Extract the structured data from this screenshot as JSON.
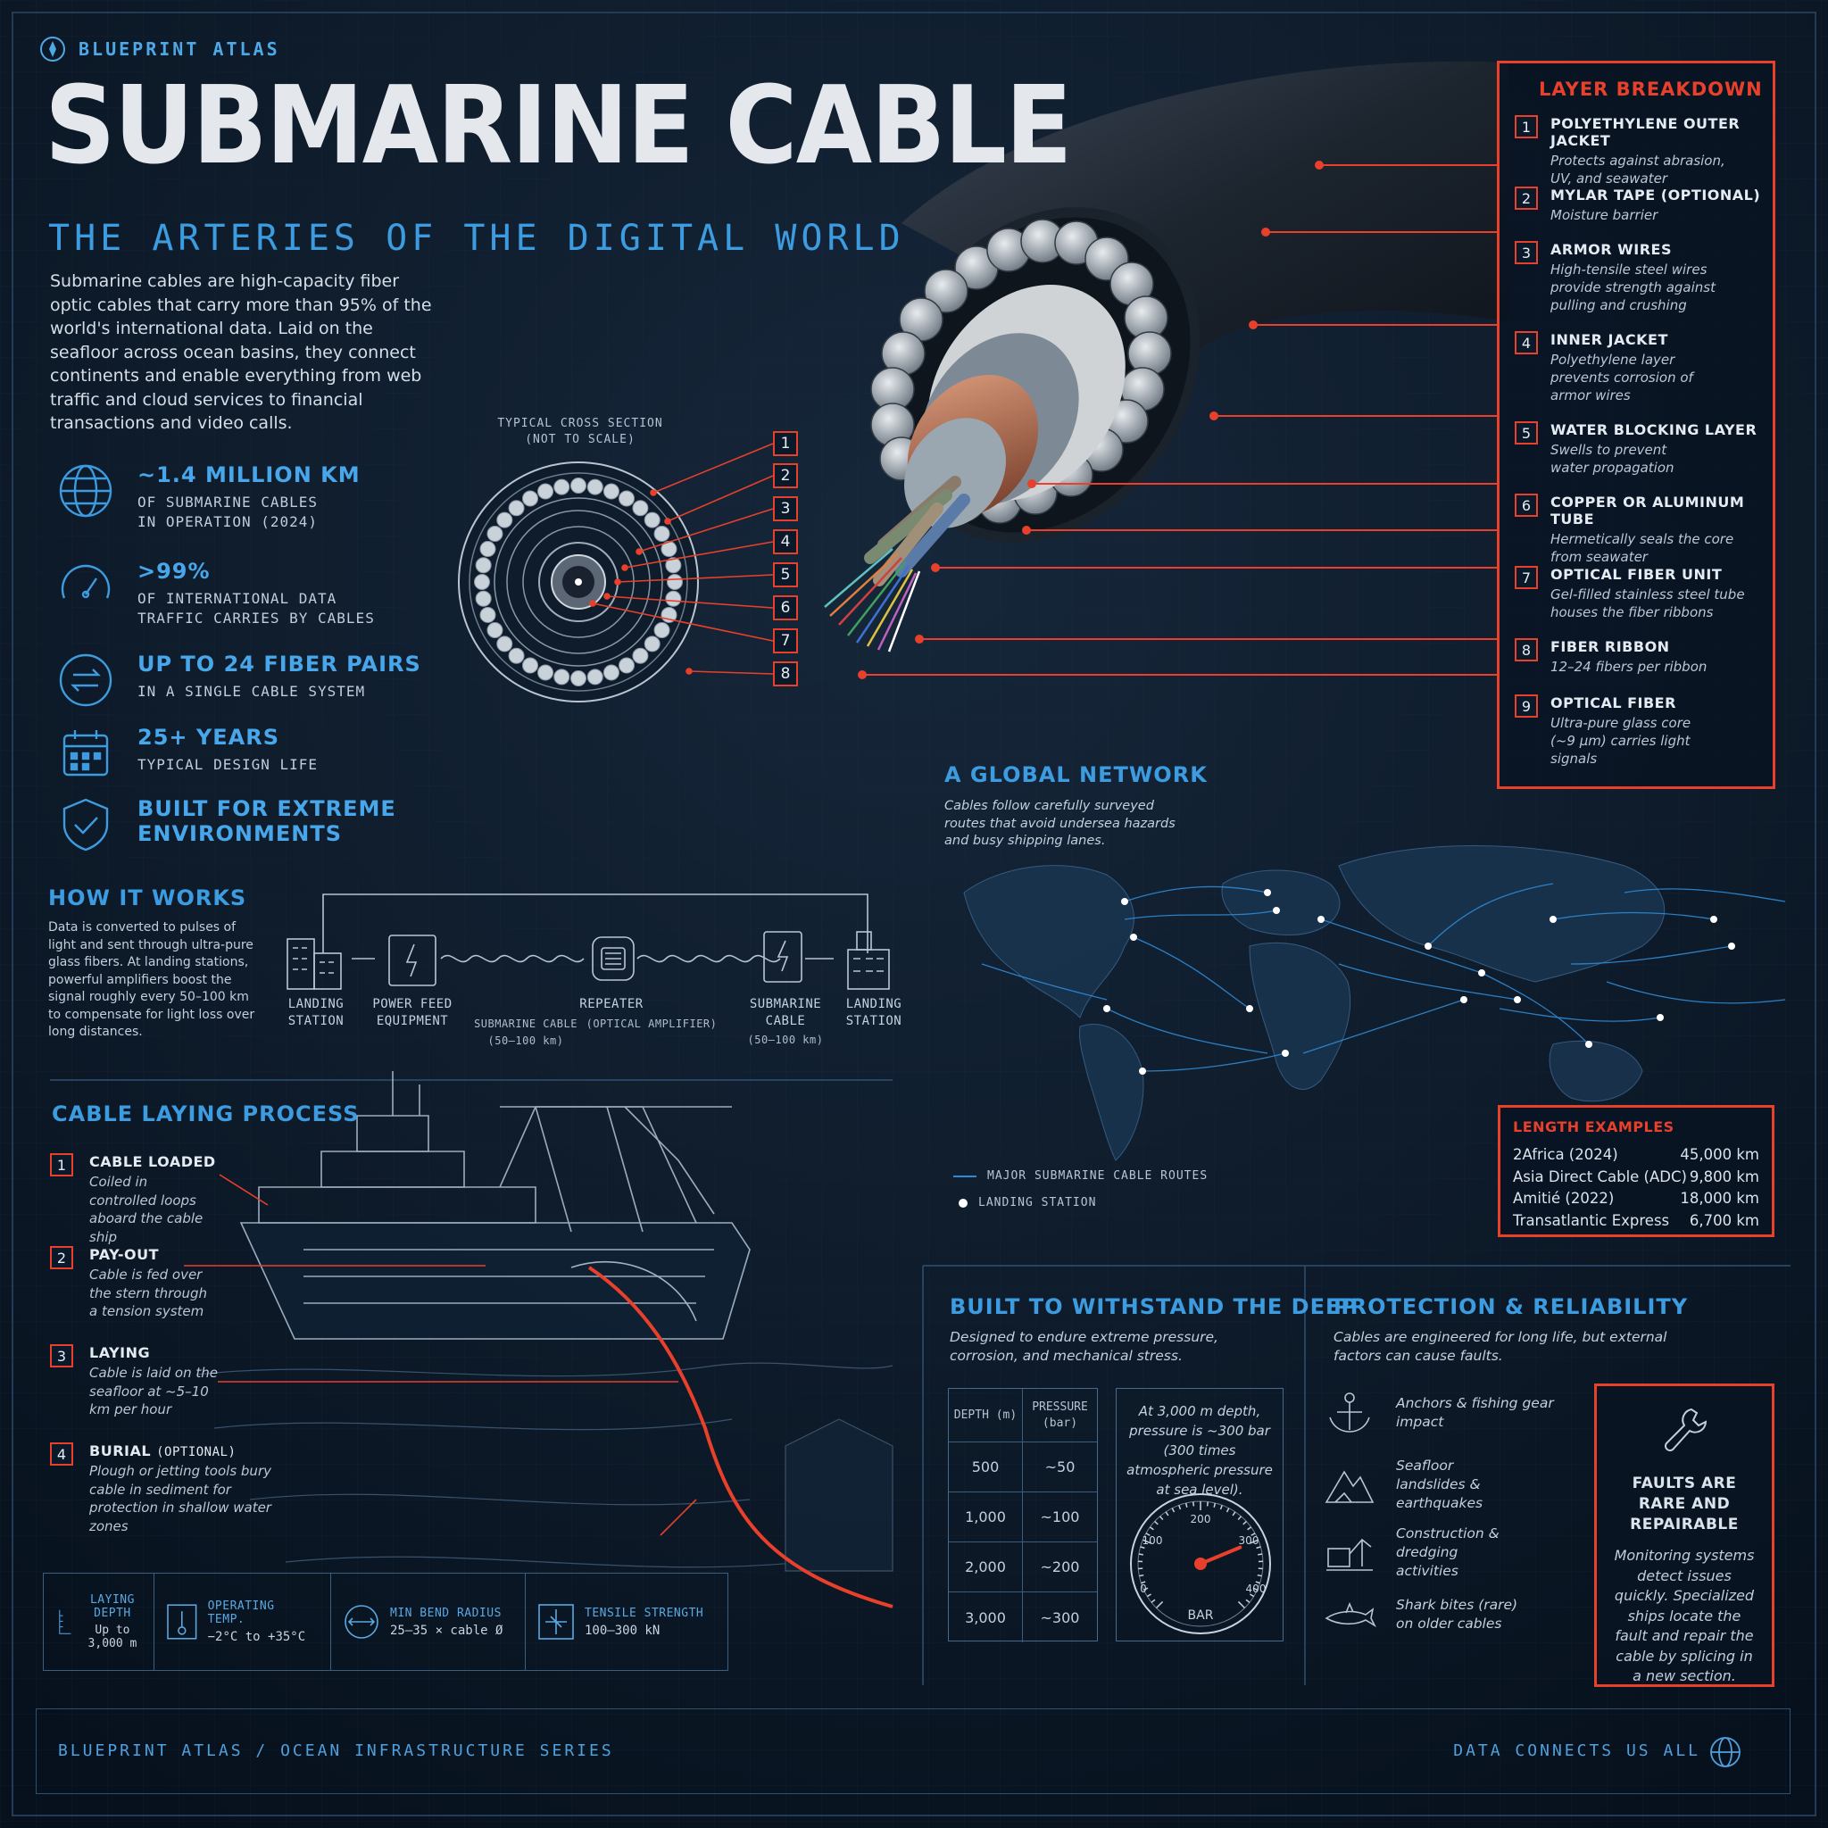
{
  "header": {
    "brand": "BLUEPRINT ATLAS",
    "title": "SUBMARINE CABLE",
    "subtitle": "THE ARTERIES OF THE DIGITAL WORLD",
    "intro": "Submarine cables are high-capacity fiber optic cables that carry more than 95% of the world's international data. Laid on the seafloor across ocean basins, they connect continents and enable everything from web traffic and cloud services to financial transactions and video calls."
  },
  "stats": [
    {
      "icon": "globe-icon",
      "headline": "~1.4 MILLION KM",
      "line1": "OF SUBMARINE CABLES",
      "line2": "IN OPERATION (2024)"
    },
    {
      "icon": "speedometer-icon",
      "headline": ">99%",
      "line1": "OF INTERNATIONAL DATA",
      "line2": "TRAFFIC CARRIES BY CABLES"
    },
    {
      "icon": "arrows-exchange-icon",
      "headline": "UP TO 24 FIBER PAIRS",
      "line1": "IN A SINGLE CABLE SYSTEM",
      "line2": ""
    },
    {
      "icon": "calendar-icon",
      "headline": "25+ YEARS",
      "line1": "TYPICAL DESIGN LIFE",
      "line2": ""
    },
    {
      "icon": "shield-check-icon",
      "headline": "BUILT FOR EXTREME",
      "line1": "",
      "line2": "ENVIRONMENTS"
    }
  ],
  "cross_section": {
    "title_line1": "TYPICAL CROSS SECTION",
    "title_line2": "(NOT TO SCALE)",
    "numbers": [
      "1",
      "2",
      "3",
      "4",
      "5",
      "6",
      "7",
      "8"
    ]
  },
  "layer_breakdown": {
    "title": "LAYER BREAKDOWN",
    "items": [
      {
        "n": "1",
        "title": "POLYETHYLENE OUTER JACKET",
        "desc": "Protects against abrasion, UV, and seawater"
      },
      {
        "n": "2",
        "title": "MYLAR TAPE (OPTIONAL)",
        "desc": "Moisture barrier"
      },
      {
        "n": "3",
        "title": "ARMOR WIRES",
        "desc": "High-tensile steel wires provide strength against pulling and crushing"
      },
      {
        "n": "4",
        "title": "INNER JACKET",
        "desc": "Polyethylene layer prevents corrosion of armor wires"
      },
      {
        "n": "5",
        "title": "WATER BLOCKING LAYER",
        "desc": "Swells to prevent water propagation"
      },
      {
        "n": "6",
        "title": "COPPER OR ALUMINUM TUBE",
        "desc": "Hermetically seals the core from seawater"
      },
      {
        "n": "7",
        "title": "OPTICAL FIBER UNIT",
        "desc": "Gel-filled stainless steel tube houses the fiber ribbons"
      },
      {
        "n": "8",
        "title": "FIBER RIBBON",
        "desc": "12–24 fibers per ribbon"
      },
      {
        "n": "9",
        "title": "OPTICAL FIBER",
        "desc": "Ultra-pure glass core (~9 μm) carries light signals"
      }
    ]
  },
  "network": {
    "title": "A GLOBAL NETWORK",
    "desc": "Cables follow carefully surveyed routes that avoid undersea hazards and busy shipping lanes.",
    "legend_routes": "MAJOR SUBMARINE CABLE ROUTES",
    "legend_station": "LANDING STATION"
  },
  "length_examples": {
    "title": "LENGTH EXAMPLES",
    "rows": [
      {
        "name": "2Africa (2024)",
        "value": "45,000 km"
      },
      {
        "name": "Asia Direct Cable (ADC)",
        "value": "9,800 km"
      },
      {
        "name": "Amitié (2022)",
        "value": "18,000 km"
      },
      {
        "name": "Transatlantic Express",
        "value": "6,700 km"
      }
    ]
  },
  "how_it_works": {
    "title": "HOW IT WORKS",
    "desc": "Data is converted to pulses of light and sent through ultra-pure glass fibers. At landing stations, powerful amplifiers boost the signal roughly every 50–100 km to compensate for light loss over long distances.",
    "labels": {
      "landing1": "LANDING STATION",
      "power": "POWER FEED EQUIPMENT",
      "sub1": "SUBMARINE CABLE (50–100 km)",
      "repeater": "REPEATER",
      "repeater_sub": "(OPTICAL AMPLIFIER)",
      "sub2": "SUBMARINE CABLE",
      "sub2_len": "(50–100 km)",
      "landing2": "LANDING STATION"
    }
  },
  "laying": {
    "title": "CABLE LAYING PROCESS",
    "steps": [
      {
        "n": "1",
        "title": "CABLE LOADED",
        "opt": "",
        "desc": "Coiled in controlled loops aboard the cable ship"
      },
      {
        "n": "2",
        "title": "PAY-OUT",
        "opt": "",
        "desc": "Cable is fed over the stern through a tension system"
      },
      {
        "n": "3",
        "title": "LAYING",
        "opt": "",
        "desc": "Cable is laid on the seafloor at ~5–10 km per hour"
      },
      {
        "n": "4",
        "title": "BURIAL ",
        "opt": "(OPTIONAL)",
        "desc": "Plough or jetting tools bury cable in sediment for protection in shallow water zones"
      }
    ],
    "specs": [
      {
        "icon": "depth-icon",
        "label": "LAYING DEPTH",
        "value": "Up to 3,000 m"
      },
      {
        "icon": "thermometer-icon",
        "label": "OPERATING TEMP.",
        "value": "−2°C to +35°C"
      },
      {
        "icon": "bend-radius-icon",
        "label": "MIN BEND RADIUS",
        "value": "25–35 × cable Ø"
      },
      {
        "icon": "tensile-icon",
        "label": "TENSILE STRENGTH",
        "value": "100–300 kN"
      }
    ]
  },
  "deep": {
    "title": "BUILT TO WITHSTAND THE DEEP",
    "desc": "Designed to endure extreme pressure, corrosion, and mechanical stress.",
    "col1": "DEPTH (m)",
    "col2": "PRESSURE (bar)",
    "rows": [
      [
        "500",
        "~50"
      ],
      [
        "1,000",
        "~100"
      ],
      [
        "2,000",
        "~200"
      ],
      [
        "3,000",
        "~300"
      ]
    ],
    "note": "At 3,000 m depth, pressure is ~300 bar (300 times atmospheric pressure at sea level).",
    "gauge": {
      "ticks": [
        "0",
        "100",
        "200",
        "300",
        "400"
      ],
      "unit": "BAR",
      "value": 300
    }
  },
  "protection": {
    "title": "PROTECTION & RELIABILITY",
    "desc": "Cables are engineered for long life, but external factors can cause faults.",
    "items": [
      {
        "icon": "anchor-icon",
        "text": "Anchors & fishing gear impact"
      },
      {
        "icon": "landslide-icon",
        "text": "Seafloor landslides & earthquakes"
      },
      {
        "icon": "construction-icon",
        "text": "Construction & dredging activities"
      },
      {
        "icon": "shark-icon",
        "text": "Shark bites (rare) on older cables"
      }
    ],
    "fault_title": "FAULTS ARE RARE AND REPAIRABLE",
    "fault_desc": "Monitoring systems detect issues quickly. Specialized ships locate the fault and repair the cable by splicing in a new section."
  },
  "footer": {
    "left": "BLUEPRINT ATLAS / OCEAN INFRASTRUCTURE SERIES",
    "right": "DATA CONNECTS US ALL"
  },
  "colors": {
    "accent_blue": "#3fa0e0",
    "accent_red": "#e8402b",
    "background": "#0a1727"
  }
}
